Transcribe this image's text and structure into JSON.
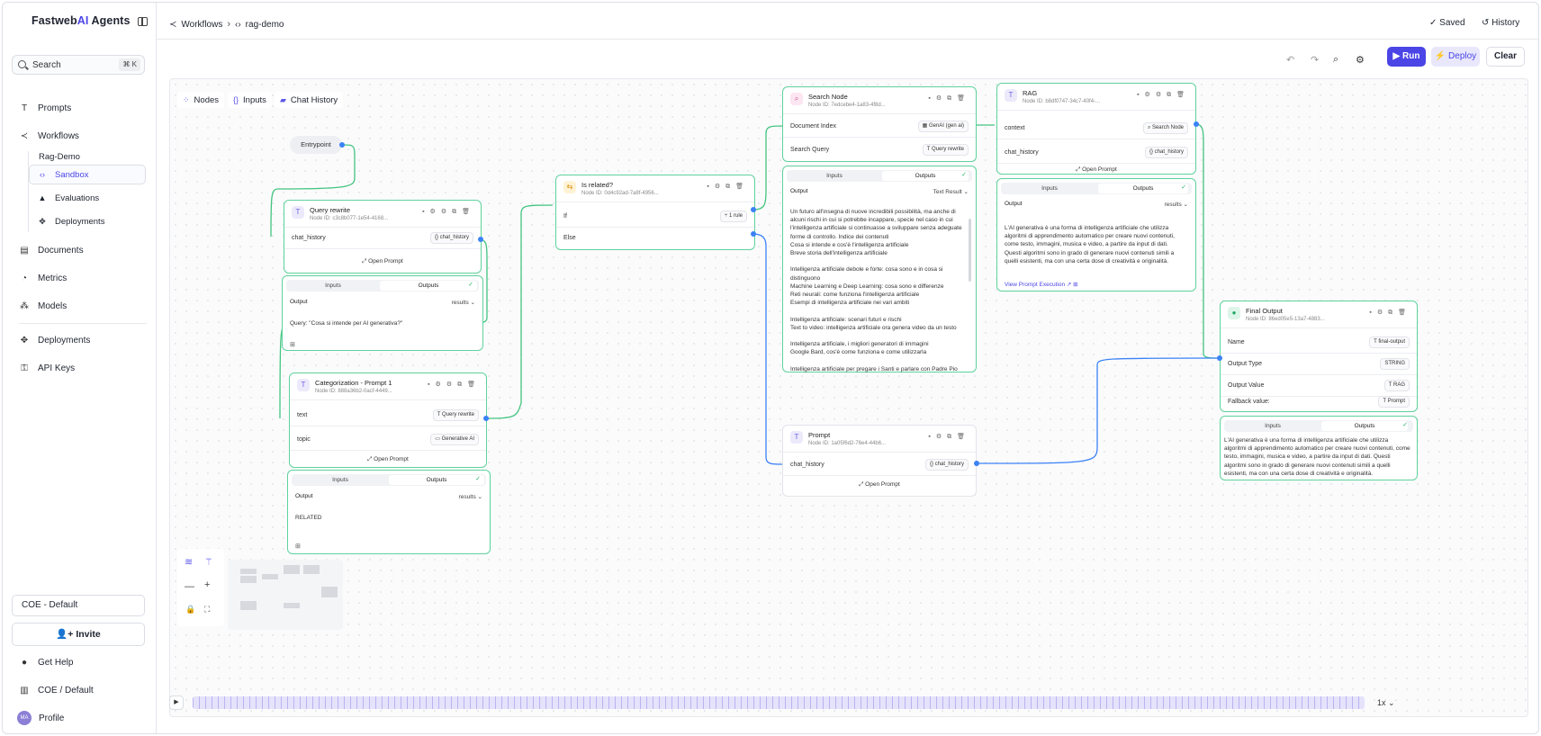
{
  "app": {
    "brand_prefix": "Fastweb",
    "brand_ai": "AI",
    "brand_suffix": " Agents"
  },
  "sidebar": {
    "search_placeholder": "Search",
    "search_shortcut": "⌘ K",
    "items": [
      {
        "label": "Prompts",
        "icon": "text-icon"
      },
      {
        "label": "Workflows",
        "icon": "workflow-icon"
      },
      {
        "label": "Documents",
        "icon": "documents-icon"
      },
      {
        "label": "Metrics",
        "icon": "metrics-icon"
      },
      {
        "label": "Models",
        "icon": "models-icon"
      },
      {
        "label": "Deployments",
        "icon": "deployments-icon"
      },
      {
        "label": "API Keys",
        "icon": "key-icon"
      }
    ],
    "workflow_group": "Rag-Demo",
    "workflow_subitems": [
      {
        "label": "Sandbox",
        "icon": "code-icon"
      },
      {
        "label": "Evaluations",
        "icon": "flask-icon"
      },
      {
        "label": "Deployments",
        "icon": "deployments-icon"
      }
    ],
    "org": "COE - Default",
    "invite": "Invite",
    "footer": [
      {
        "label": "Get Help",
        "icon": "help-icon"
      },
      {
        "label": "COE / Default",
        "icon": "building-icon"
      },
      {
        "label": "Profile",
        "avatar": "MA"
      }
    ]
  },
  "topbar": {
    "crumb_workflows": "Workflows",
    "crumb_current": "rag-demo",
    "saved": "Saved",
    "history": "History"
  },
  "toolbar": {
    "run": "Run",
    "deploy": "Deploy",
    "clear": "Clear"
  },
  "canvas": {
    "tabs": [
      "Nodes",
      "Inputs",
      "Chat History"
    ],
    "entrypoint": "Entrypoint",
    "io_inputs": "Inputs",
    "io_outputs": "Outputs",
    "open_prompt": "Open Prompt",
    "speed": "1x"
  },
  "nodes": {
    "query_rewrite": {
      "title": "Query rewrite",
      "id": "Node ID: c3c8b077-1e54-4168...",
      "row_label": "chat_history",
      "row_chip": "chat_history",
      "out_label": "Output",
      "out_value": "results",
      "out_text": "Query: \"Cosa si intende per AI generativa?\""
    },
    "categorization": {
      "title": "Categorization - Prompt 1",
      "id": "Node ID: 888a36b2-0acf-4449...",
      "row1_label": "text",
      "row1_chip": "Query rewrite",
      "row2_label": "topic",
      "row2_chip": "Generative AI",
      "out_label": "Output",
      "out_value": "results",
      "out_text": "RELATED"
    },
    "is_related": {
      "title": "Is related?",
      "id": "Node ID: 0d4c92ad-7a8f-4956...",
      "if_label": "If",
      "if_chip": "1 rule",
      "else_label": "Else"
    },
    "search_node": {
      "title": "Search Node",
      "id": "Node ID: 7edcebe4-1a83-4f8d...",
      "row1_label": "Document Index",
      "row1_chip": "GenAI (gen ai)",
      "row2_label": "Search Query",
      "row2_chip": "Query rewrite",
      "out_label": "Output",
      "out_value": "Text Result",
      "out_text": "Un futuro all'insegna di nuove incredibili possibilità, ma anche di alcuni rischi in cui si potrebbe incappare, specie nel caso in cui l'intelligenza artificiale si continuasse a sviluppare senza adeguate forme di controllo. Indice dei contenuti\nCosa si intende e cos'è l'intelligenza artificiale\nBreve storia dell'intelligenza artificiale\n\nIntelligenza artificiale debole e forte: cosa sono e in cosa si distinguono\nMachine Learning e Deep Learning: cosa sono e differenze\nReti neurali: come funziona l'intelligenza artificiale\nEsempi di intelligenza artificiale nei vari ambiti\n\nIntelligenza artificiale: scenari futuri e rischi\nText to video: intelligenza artificiale ora genera video da un testo\n\nIntelligenza artificiale, i migliori generatori di immagini\nGoogle Bard, cos'è come funziona e come utilizzarla\n\nIntelligenza artificiale per pregare i Santi e parlare con Padre Pio"
    },
    "prompt": {
      "title": "Prompt",
      "id": "Node ID: 1a05f6d2-76e4-44b6...",
      "row_label": "chat_history",
      "row_chip": "chat_history"
    },
    "rag": {
      "title": "RAG",
      "id": "Node ID: b8df0747-34c7-40f4-...",
      "row1_label": "context",
      "row1_chip": "Search Node",
      "row2_label": "chat_history",
      "row2_chip": "chat_history",
      "out_label": "Output",
      "out_value": "results",
      "out_text": "L'AI generativa è una forma di intelligenza artificiale che utilizza algoritmi di apprendimento automatico per creare nuovi contenuti, come testo, immagini, musica e video, a partire da input di dati. Questi algoritmi sono in grado di generare nuovi contenuti simili a quelli esistenti, ma con una certa dose di creatività e originalità.",
      "view_exec": "View Prompt Execution"
    },
    "final_output": {
      "title": "Final Output",
      "id": "Node ID: 86ed05e5-13a7-4883...",
      "name_label": "Name",
      "name_chip": "final-output",
      "type_label": "Output Type",
      "type_chip": "STRING",
      "value_label": "Output Value",
      "value_chip": "RAG",
      "fallback_label": "Fallback value:",
      "fallback_chip": "Prompt",
      "out_text": "L'AI generativa è una forma di intelligenza artificiale che utilizza algoritmi di apprendimento automatico per creare nuovi contenuti, come testo, immagini, musica e video, a partire da input di dati. Questi algoritmi sono in grado di generare nuovi contenuti simili a quelli esistenti, ma con una certa dose di creatività e originalità."
    }
  },
  "colors": {
    "accent": "#4b45e6",
    "node_border": "#5fd29c",
    "wire_green": "#43c47f",
    "wire_blue": "#3b82f6"
  }
}
